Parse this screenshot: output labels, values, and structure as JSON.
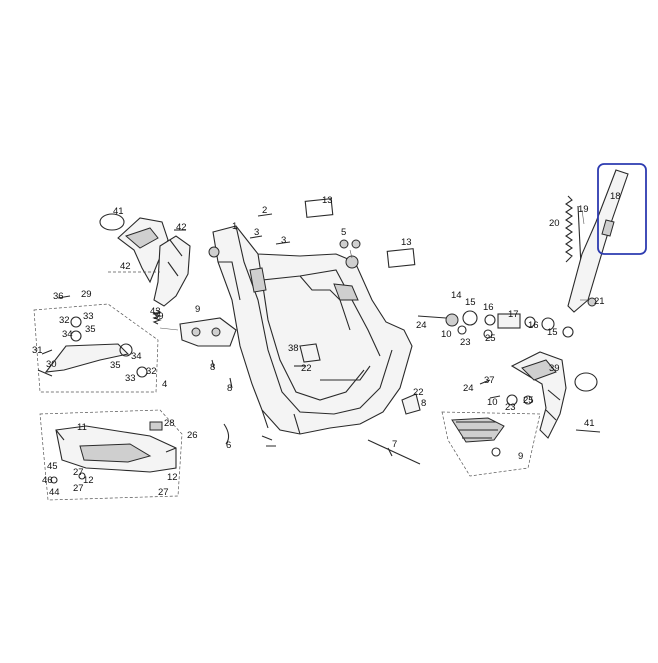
{
  "labels": {
    "p1": "1",
    "p2": "2",
    "p3": "3",
    "p4": "4",
    "p5": "5",
    "p6": "6",
    "p7": "7",
    "p8": "8",
    "p9": "9",
    "p10": "10",
    "p11": "11",
    "p12": "12",
    "p13": "13",
    "p14": "14",
    "p15": "15",
    "p16": "16",
    "p17": "17",
    "p18": "18",
    "p19": "19",
    "p20": "20",
    "p21": "21",
    "p22": "22",
    "p23": "23",
    "p24": "24",
    "p25": "25",
    "p26": "26",
    "p27": "27",
    "p28": "28",
    "p29": "29",
    "p30": "30",
    "p31": "31",
    "p32": "32",
    "p33": "33",
    "p34": "34",
    "p35": "35",
    "p36": "36",
    "p37": "37",
    "p38": "38",
    "p39": "39",
    "p41": "41",
    "p42": "42",
    "p43": "43",
    "p44": "44",
    "p45": "45",
    "p46": "46"
  },
  "highlight": {
    "part": "18",
    "color": "#2d3bb0"
  },
  "colors": {
    "line": "#2a2a2a",
    "part_fill": "#f4f4f4",
    "shade": "#cfcfcf"
  }
}
